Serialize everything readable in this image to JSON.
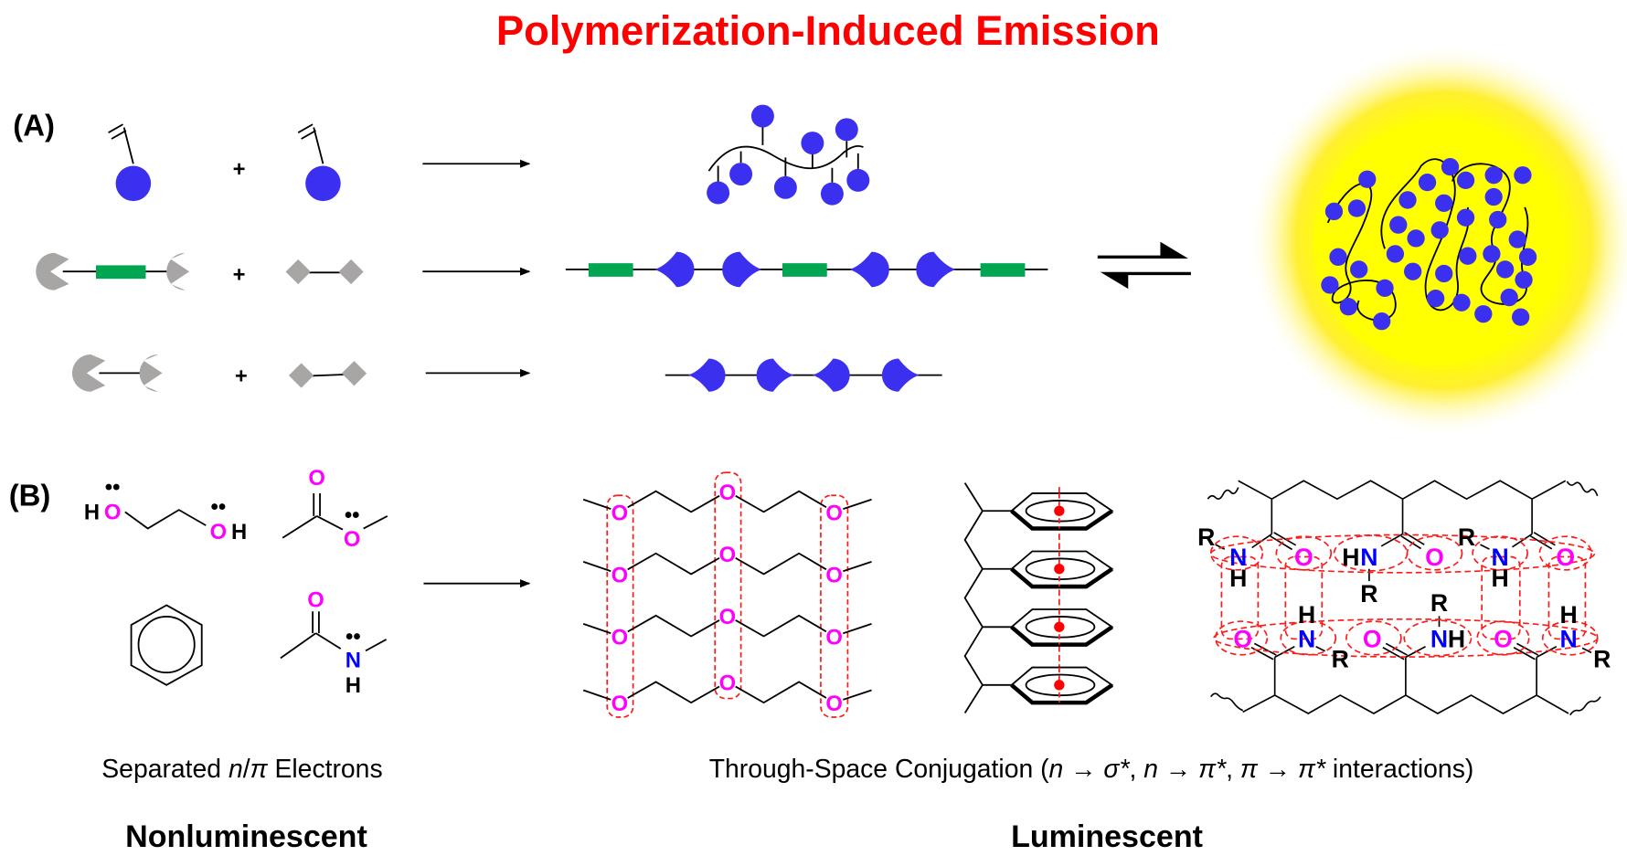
{
  "title": "Polymerization-Induced Emission",
  "panels": {
    "a": "(A)",
    "b": "(B)"
  },
  "plus": "+",
  "atoms": {
    "O": "O",
    "H": "H",
    "N": "N",
    "R": "R",
    "lone_pair": "••"
  },
  "captions": {
    "left": {
      "pre": "Separated ",
      "n": "n",
      "slash": "/",
      "pi": "π",
      "post": " Electrons"
    },
    "right": {
      "pre": "Through-Space Conjugation (",
      "n1": "n",
      "a1": " → ",
      "s1": "σ*",
      "c1": ", ",
      "n2": "n",
      "a2": " → ",
      "p2": "π*",
      "c2": ", ",
      "p3": "π",
      "a3": " → ",
      "p4": "π*",
      "post": " interactions)"
    }
  },
  "labels": {
    "left": "Nonluminescent",
    "right": "Luminescent"
  },
  "colors": {
    "title": "#ff0000",
    "monomer": "#3b2ff0",
    "oxygen": "#ff00ff",
    "nitrogen": "#0000ff",
    "glow": "#ffff00",
    "linker": "#00a651",
    "endgroup": "#a8a5a5"
  }
}
